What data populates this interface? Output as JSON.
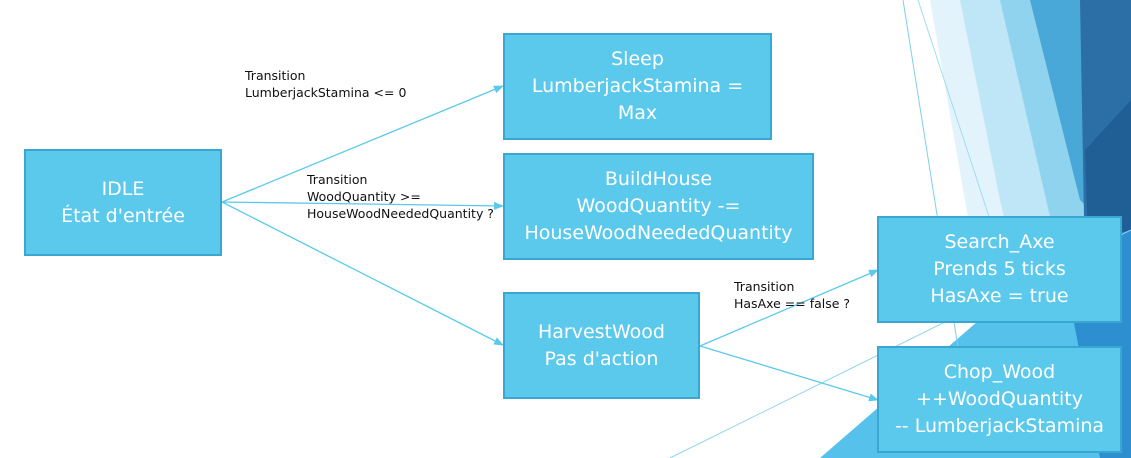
{
  "nodes": {
    "idle": {
      "lines": [
        "IDLE",
        "État d'entrée"
      ]
    },
    "sleep": {
      "lines": [
        "Sleep",
        "LumberjackStamina =",
        "Max"
      ]
    },
    "build_house": {
      "lines": [
        "BuildHouse",
        "WoodQuantity -=",
        "HouseWoodNeededQuantity"
      ]
    },
    "harvest_wood": {
      "lines": [
        "HarvestWood",
        "Pas d'action"
      ]
    },
    "search_axe": {
      "lines": [
        "Search_Axe",
        "Prends 5 ticks",
        "HasAxe = true"
      ]
    },
    "chop_wood": {
      "lines": [
        "Chop_Wood",
        "++WoodQuantity",
        "-- LumberjackStamina"
      ]
    }
  },
  "edges": {
    "idle_to_sleep": {
      "lines": [
        "Transition",
        "LumberjackStamina <= 0"
      ]
    },
    "idle_to_build_house": {
      "lines": [
        "Transition",
        "WoodQuantity >=",
        "HouseWoodNeededQuantity ?"
      ]
    },
    "harvest_to_search_axe": {
      "lines": [
        "Transition",
        "HasAxe == false ?"
      ]
    }
  },
  "colors": {
    "node_fill": "#5bc9ec",
    "node_border": "#3aa7d3",
    "arrow": "#5bc9ec"
  }
}
